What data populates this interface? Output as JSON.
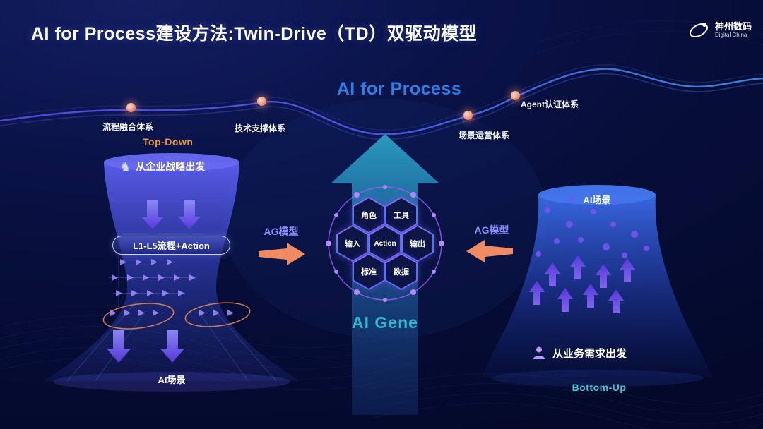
{
  "slide": {
    "title": "AI for Process建设方法:Twin-Drive（TD）双驱动模型"
  },
  "logo": {
    "name": "神州数码",
    "subtitle": "Digital China"
  },
  "wave": {
    "center_label": "AI for Process",
    "nodes": [
      {
        "label": "流程融合体系"
      },
      {
        "label": "技术支撑体系"
      },
      {
        "label": "场景运营体系"
      },
      {
        "label": "Agent认证体系"
      }
    ]
  },
  "left_funnel": {
    "direction": "Top-Down",
    "strategy_label": "从企业战略出发",
    "process_pill": "L1-L5流程+Action",
    "bottom_label": "AI场景"
  },
  "center": {
    "gene_label": "AI Gene",
    "left_model_label": "AG模型",
    "right_model_label": "AG模型",
    "hexagons": [
      {
        "label": "角色"
      },
      {
        "label": "工具"
      },
      {
        "label": "输入"
      },
      {
        "label": "Action"
      },
      {
        "label": "输出"
      },
      {
        "label": "标准"
      },
      {
        "label": "数据"
      }
    ]
  },
  "right_funnel": {
    "direction": "Bottom-Up",
    "top_label": "AI场景",
    "need_label": "从业务需求出发"
  },
  "icons": {
    "knight": "♞"
  },
  "colors": {
    "background": "#060d38",
    "title": "#ffffff",
    "accent_blue": "#2f7ee4",
    "teal": "#2cb8cc",
    "orange_label": "#e8953f",
    "salmon_arrow": "#ef8a63",
    "purple": "#8a5cf8"
  }
}
